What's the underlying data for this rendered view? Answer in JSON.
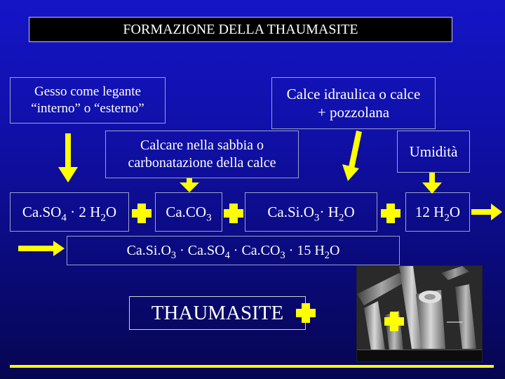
{
  "title": "FORMAZIONE DELLA THAUMASITE",
  "sources": {
    "gesso": [
      "Gesso come legante",
      "“interno” o “esterno”"
    ],
    "calce": [
      "Calce idraulica o calce",
      "+ pozzolana"
    ],
    "calcare": [
      "Calcare nella sabbia o",
      "carbonatazione della calce"
    ],
    "umidita": "Umidità"
  },
  "reactants": {
    "caso4": "Ca.SO4 · 2 H2O",
    "caco3": "Ca.CO3",
    "casio3": "Ca.Si.O3· H2O",
    "h2o": "12 H2O"
  },
  "product_formula": "Ca.Si.O3 · Ca.SO4 · Ca.CO3 · 15 H2O",
  "product_name": "THAUMASITE",
  "colors": {
    "arrow": "#ffff00",
    "box_border": "#9aa2c8",
    "text": "#ffffff",
    "title_bg": "#000000"
  }
}
